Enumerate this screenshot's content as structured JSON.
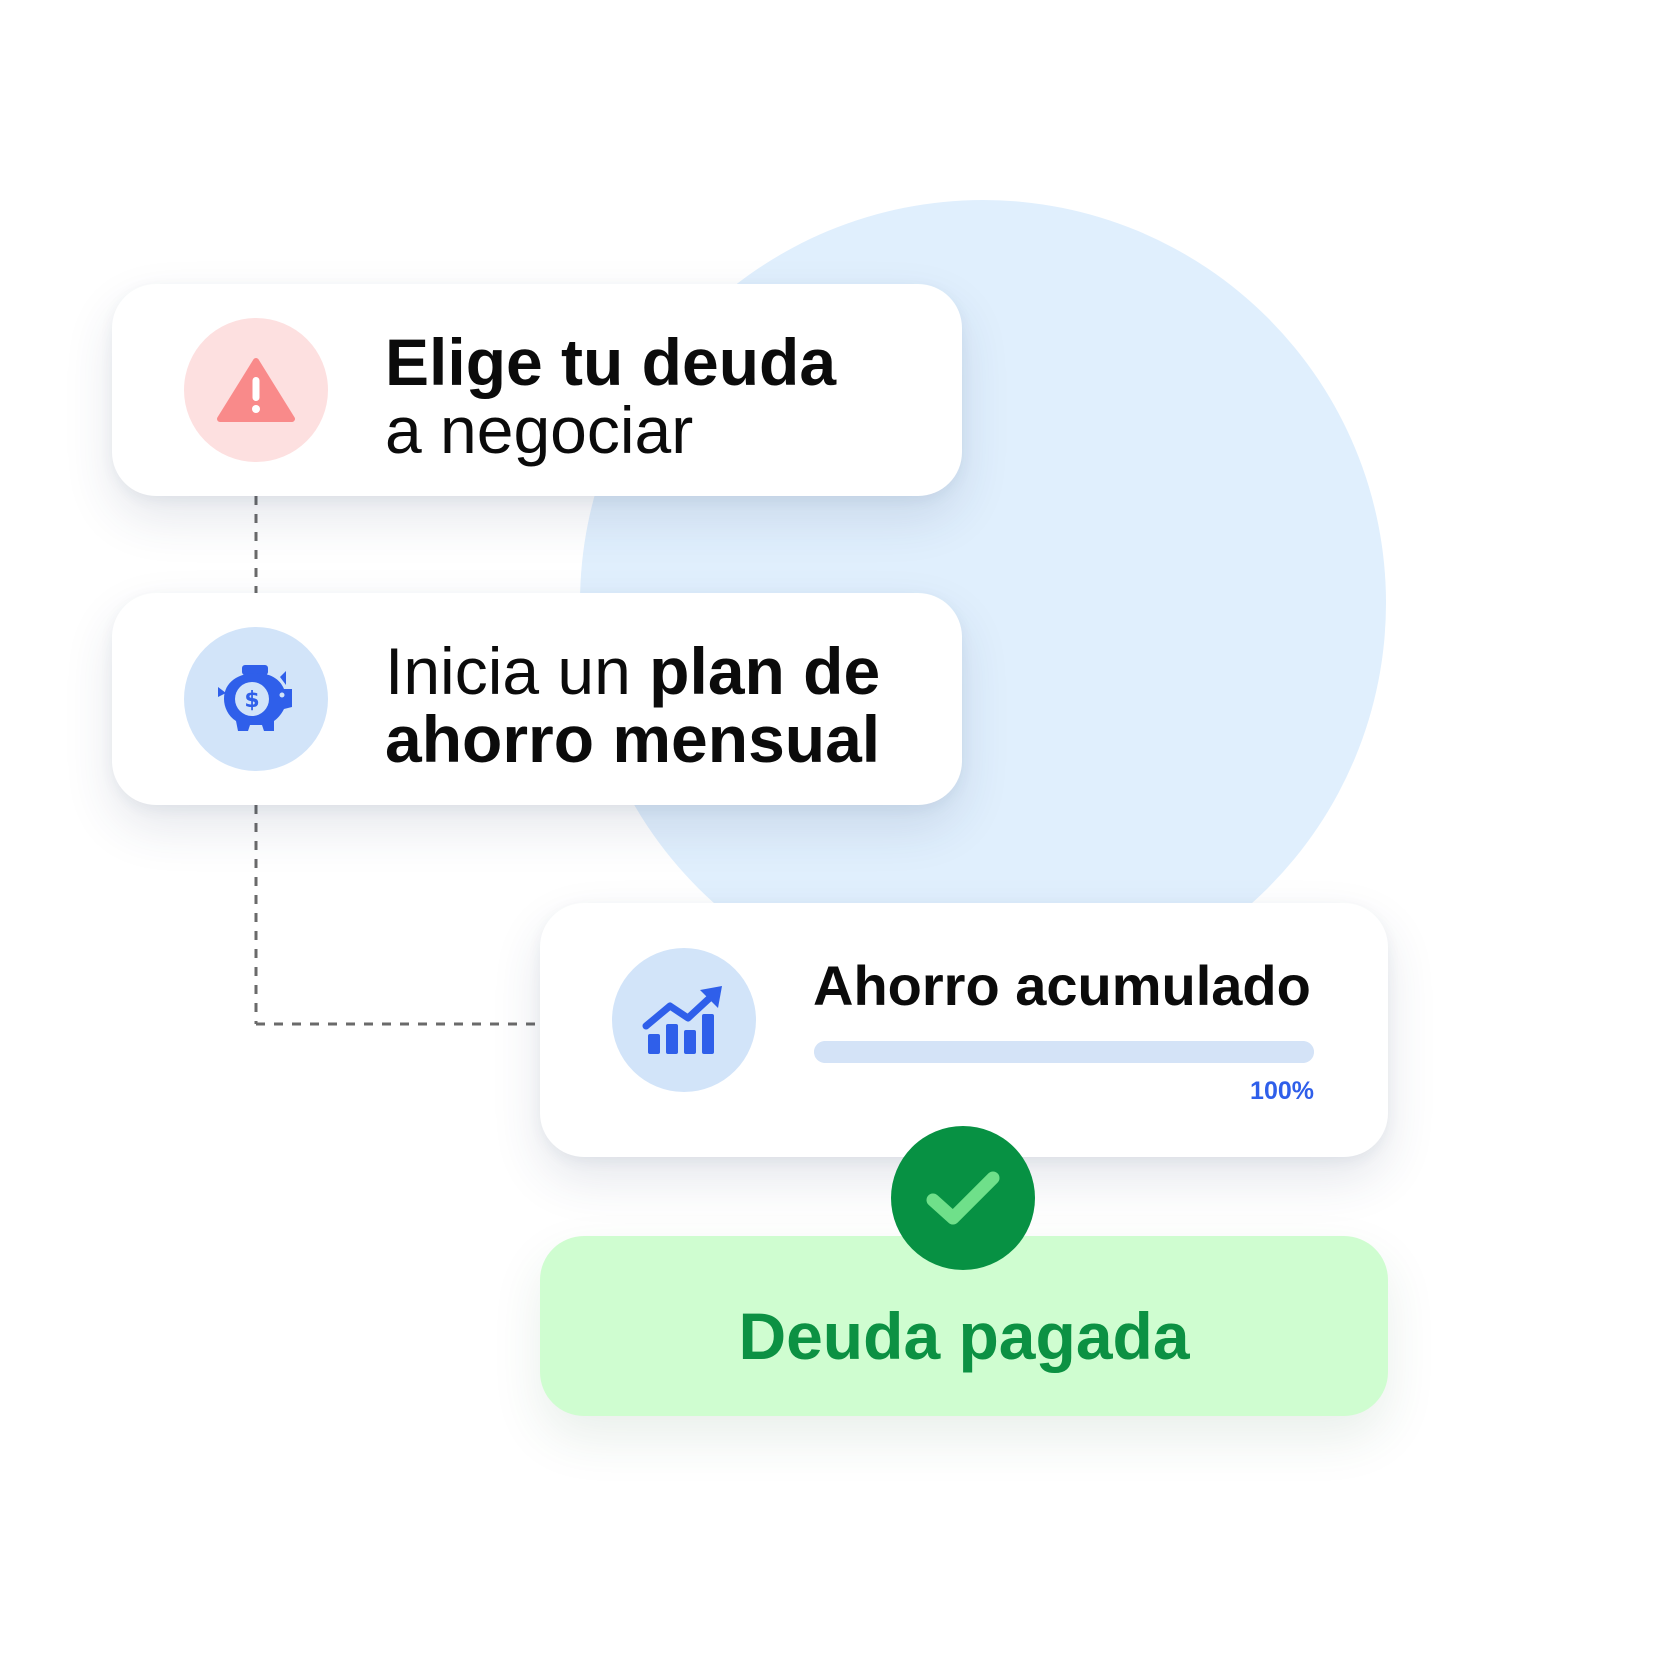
{
  "colors": {
    "background_circle": "#e0effd",
    "warning_accent": "#f98a8a",
    "primary_blue": "#2f5fea",
    "success_green": "#079143",
    "success_bg": "#cffdd0"
  },
  "steps": [
    {
      "icon": "warning-icon",
      "text_bold": "Elige tu deuda",
      "text_normal": "a negociar"
    },
    {
      "icon": "piggy-bank-dollar-icon",
      "text_normal": "Inicia un ",
      "text_bold_1": "plan de",
      "text_bold_2": "ahorro mensual"
    }
  ],
  "savings": {
    "icon": "growth-chart-icon",
    "title": "Ahorro acumulado",
    "progress_percent": 100,
    "progress_label": "100%"
  },
  "result": {
    "icon": "check-icon",
    "label": "Deuda pagada"
  }
}
